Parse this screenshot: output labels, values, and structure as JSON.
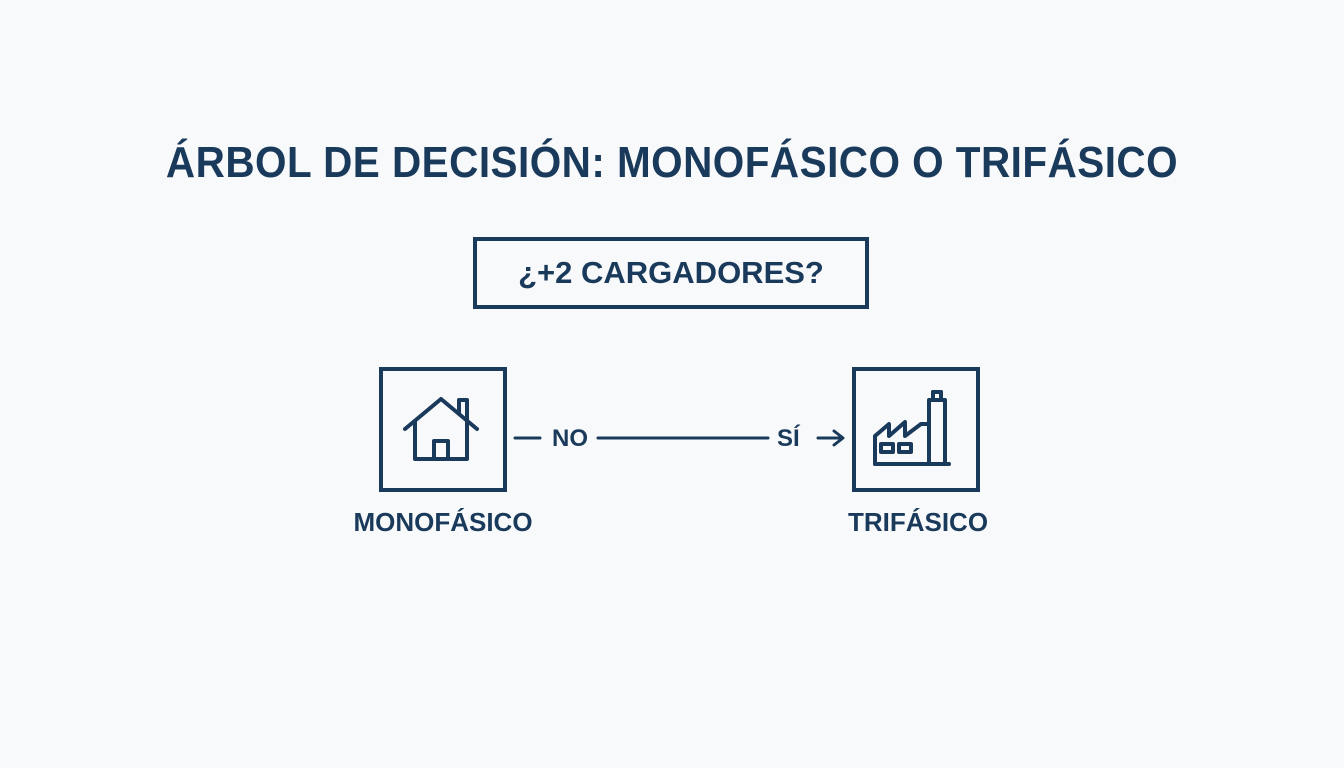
{
  "diagram": {
    "title": "ÁRBOL DE DECISIÓN: MONOFÁSICO O TRIFÁSICO",
    "question": "¿+2 CARGADORES?",
    "branches": {
      "no_label": "NO",
      "yes_label": "SÍ"
    },
    "nodes": {
      "left": {
        "label": "MONOFÁSICO",
        "icon": "house-icon"
      },
      "right": {
        "label": "TRIFÁSICO",
        "icon": "factory-icon"
      }
    },
    "colors": {
      "primary": "#1a3a5c",
      "background": "#f8f9fa"
    }
  }
}
